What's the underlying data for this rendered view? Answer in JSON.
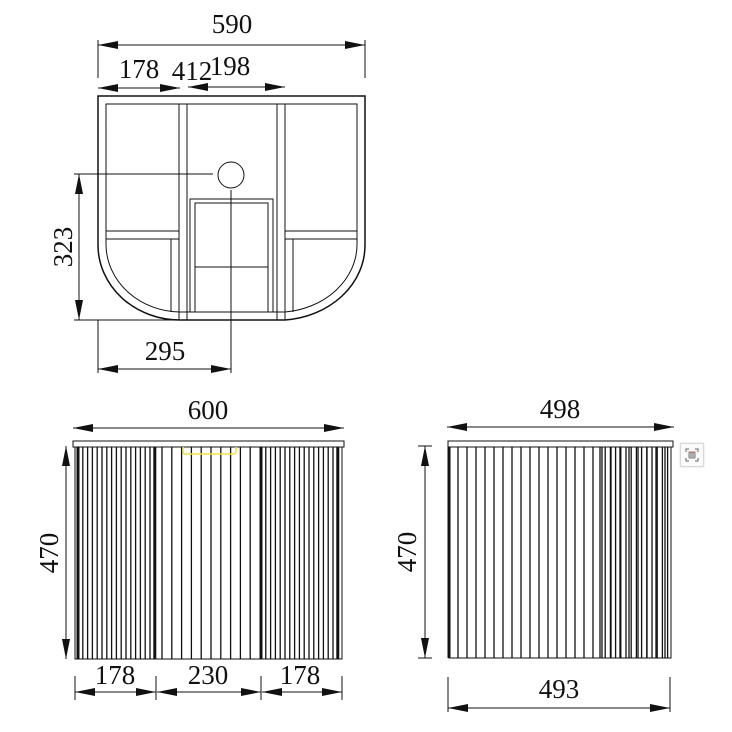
{
  "drawing": {
    "top_view": {
      "overall_width": "590",
      "left_section": "178",
      "gap_label": "412",
      "right_section": "198",
      "drain_depth": "323",
      "drain_offset": "295"
    },
    "front_view": {
      "overall_width": "600",
      "height": "470",
      "left_door": "178",
      "center_door": "230",
      "right_door": "178"
    },
    "side_view": {
      "top_depth": "498",
      "height": "470",
      "bottom_depth": "493"
    }
  },
  "toolbar": {
    "fit_icon": "table-grid-icon"
  },
  "colors": {
    "line": "#111111",
    "highlight": "#f0e040",
    "background": "#ffffff"
  }
}
